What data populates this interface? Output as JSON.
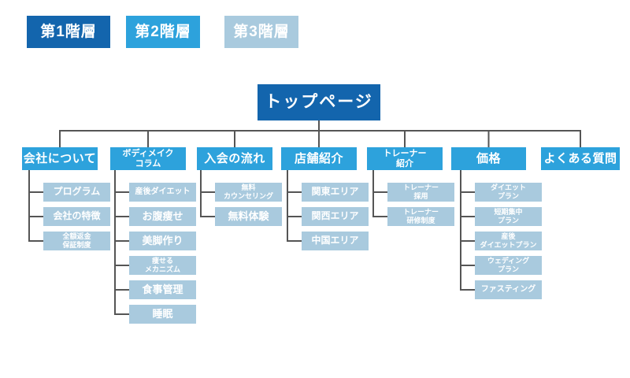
{
  "colors": {
    "level1": "#1365ad",
    "level2": "#2da2dc",
    "level3": "#a9cade",
    "connector": "#555555",
    "text": "#ffffff",
    "background": "#ffffff"
  },
  "legend": {
    "items": [
      {
        "label": "第1階層",
        "level": 1
      },
      {
        "label": "第2階層",
        "level": 2
      },
      {
        "label": "第3階層",
        "level": 3
      }
    ]
  },
  "sitemap": {
    "root": {
      "label": "トップページ"
    },
    "sections": [
      {
        "label": "会社について",
        "children": [
          "プログラム",
          "会社の特徴",
          "全額返金\n保証制度"
        ]
      },
      {
        "label": "ボディメイク\nコラム",
        "children": [
          "産後ダイエット",
          "お腹痩せ",
          "美脚作り",
          "痩せる\nメカニズム",
          "食事管理",
          "睡眠"
        ]
      },
      {
        "label": "入会の流れ",
        "children": [
          "無料\nカウンセリング",
          "無料体験"
        ]
      },
      {
        "label": "店舗紹介",
        "children": [
          "関東エリア",
          "関西エリア",
          "中国エリア"
        ]
      },
      {
        "label": "トレーナー\n紹介",
        "children": [
          "トレーナー\n採用",
          "トレーナー\n研修制度"
        ]
      },
      {
        "label": "価格",
        "children": [
          "ダイエット\nプラン",
          "短期集中\nプラン",
          "産後\nダイエットプラン",
          "ウェディング\nプラン",
          "ファスティング"
        ]
      },
      {
        "label": "よくある質問",
        "children": []
      }
    ]
  }
}
